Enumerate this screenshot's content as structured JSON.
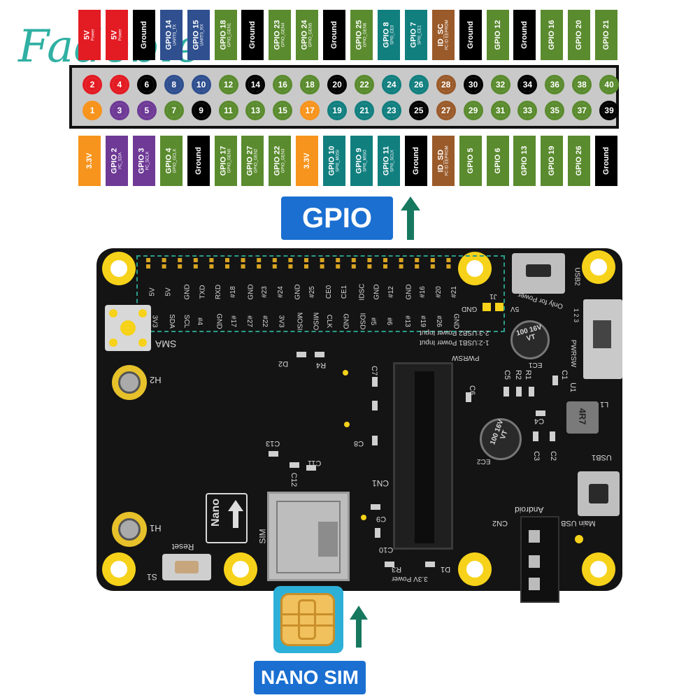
{
  "watermark": "Fadeble",
  "header_top_labels": [
    {
      "main": "5V",
      "sub": "Power",
      "color": "#e31b23"
    },
    {
      "main": "5V",
      "sub": "Power",
      "color": "#e31b23"
    },
    {
      "main": "Ground",
      "sub": "",
      "color": "#000000"
    },
    {
      "main": "GPIO 14",
      "sub": "UART0_TX",
      "color": "#2f4f8f"
    },
    {
      "main": "GPIO 15",
      "sub": "UART0_RX",
      "color": "#2f4f8f"
    },
    {
      "main": "GPIO 18",
      "sub": "GPIO_GEN1",
      "color": "#5a8b2e"
    },
    {
      "main": "Ground",
      "sub": "",
      "color": "#000000"
    },
    {
      "main": "GPIO 23",
      "sub": "GPIO_GEN4",
      "color": "#5a8b2e"
    },
    {
      "main": "GPIO 24",
      "sub": "GPIO_GEN5",
      "color": "#5a8b2e"
    },
    {
      "main": "Ground",
      "sub": "",
      "color": "#000000"
    },
    {
      "main": "GPIO 25",
      "sub": "GPIO_GEN6",
      "color": "#5a8b2e"
    },
    {
      "main": "GPIO 8",
      "sub": "SPI0_CE0",
      "color": "#127f7f"
    },
    {
      "main": "GPIO 7",
      "sub": "SPI0_CE1",
      "color": "#127f7f"
    },
    {
      "main": "ID_SC",
      "sub": "I²C ID EEPROM",
      "color": "#9a5a2a"
    },
    {
      "main": "Ground",
      "sub": "",
      "color": "#000000"
    },
    {
      "main": "GPIO 12",
      "sub": "",
      "color": "#5a8b2e"
    },
    {
      "main": "Ground",
      "sub": "",
      "color": "#000000"
    },
    {
      "main": "GPIO 16",
      "sub": "",
      "color": "#5a8b2e"
    },
    {
      "main": "GPIO 20",
      "sub": "",
      "color": "#5a8b2e"
    },
    {
      "main": "GPIO 21",
      "sub": "",
      "color": "#5a8b2e"
    }
  ],
  "header_bottom_labels": [
    {
      "main": "3.3V",
      "sub": "",
      "color": "#f7941d"
    },
    {
      "main": "GPIO 2",
      "sub": "I²C_SDA",
      "color": "#6e3a96"
    },
    {
      "main": "GPIO 3",
      "sub": "I²C_SCLK",
      "color": "#6e3a96"
    },
    {
      "main": "GPIO 4",
      "sub": "GPIO_GCLK",
      "color": "#5a8b2e"
    },
    {
      "main": "Ground",
      "sub": "",
      "color": "#000000"
    },
    {
      "main": "GPIO 17",
      "sub": "GPIO_GEN0",
      "color": "#5a8b2e"
    },
    {
      "main": "GPIO 27",
      "sub": "GPIO_GEN2",
      "color": "#5a8b2e"
    },
    {
      "main": "GPIO 22",
      "sub": "GPIO_GEN3",
      "color": "#5a8b2e"
    },
    {
      "main": "3.3V",
      "sub": "",
      "color": "#f7941d"
    },
    {
      "main": "GPIO 10",
      "sub": "SPI0_MOSI",
      "color": "#127f7f"
    },
    {
      "main": "GPIO 9",
      "sub": "SPI0_MISO",
      "color": "#127f7f"
    },
    {
      "main": "GPIO 11",
      "sub": "SPI0_SCLK",
      "color": "#127f7f"
    },
    {
      "main": "Ground",
      "sub": "",
      "color": "#000000"
    },
    {
      "main": "ID_SD",
      "sub": "I²C ID EEPROM",
      "color": "#9a5a2a"
    },
    {
      "main": "GPIO 5",
      "sub": "",
      "color": "#5a8b2e"
    },
    {
      "main": "GPIO 6",
      "sub": "",
      "color": "#5a8b2e"
    },
    {
      "main": "GPIO 13",
      "sub": "",
      "color": "#5a8b2e"
    },
    {
      "main": "GPIO 19",
      "sub": "",
      "color": "#5a8b2e"
    },
    {
      "main": "GPIO 26",
      "sub": "",
      "color": "#5a8b2e"
    },
    {
      "main": "Ground",
      "sub": "",
      "color": "#000000"
    }
  ],
  "pins_top": [
    {
      "n": "2",
      "color": "#e31b23"
    },
    {
      "n": "4",
      "color": "#e31b23"
    },
    {
      "n": "6",
      "color": "#000000"
    },
    {
      "n": "8",
      "color": "#2f4f8f"
    },
    {
      "n": "10",
      "color": "#2f4f8f"
    },
    {
      "n": "12",
      "color": "#5a8b2e"
    },
    {
      "n": "14",
      "color": "#000000"
    },
    {
      "n": "16",
      "color": "#5a8b2e"
    },
    {
      "n": "18",
      "color": "#5a8b2e"
    },
    {
      "n": "20",
      "color": "#000000"
    },
    {
      "n": "22",
      "color": "#5a8b2e"
    },
    {
      "n": "24",
      "color": "#127f7f"
    },
    {
      "n": "26",
      "color": "#127f7f"
    },
    {
      "n": "28",
      "color": "#9a5a2a"
    },
    {
      "n": "30",
      "color": "#000000"
    },
    {
      "n": "32",
      "color": "#5a8b2e"
    },
    {
      "n": "34",
      "color": "#000000"
    },
    {
      "n": "36",
      "color": "#5a8b2e"
    },
    {
      "n": "38",
      "color": "#5a8b2e"
    },
    {
      "n": "40",
      "color": "#5a8b2e"
    }
  ],
  "pins_bottom": [
    {
      "n": "1",
      "color": "#f7941d",
      "square": true
    },
    {
      "n": "3",
      "color": "#6e3a96"
    },
    {
      "n": "5",
      "color": "#6e3a96"
    },
    {
      "n": "7",
      "color": "#5a8b2e"
    },
    {
      "n": "9",
      "color": "#000000"
    },
    {
      "n": "11",
      "color": "#5a8b2e"
    },
    {
      "n": "13",
      "color": "#5a8b2e"
    },
    {
      "n": "15",
      "color": "#5a8b2e"
    },
    {
      "n": "17",
      "color": "#f7941d"
    },
    {
      "n": "19",
      "color": "#127f7f"
    },
    {
      "n": "21",
      "color": "#127f7f"
    },
    {
      "n": "23",
      "color": "#127f7f"
    },
    {
      "n": "25",
      "color": "#000000"
    },
    {
      "n": "27",
      "color": "#9a5a2a"
    },
    {
      "n": "29",
      "color": "#5a8b2e"
    },
    {
      "n": "31",
      "color": "#5a8b2e"
    },
    {
      "n": "33",
      "color": "#5a8b2e"
    },
    {
      "n": "35",
      "color": "#5a8b2e"
    },
    {
      "n": "37",
      "color": "#5a8b2e"
    },
    {
      "n": "39",
      "color": "#000000"
    }
  ],
  "gpio_tag": "GPIO",
  "nano_sim_tag": "NANO SIM",
  "board": {
    "silk_top_row": [
      "5V",
      "5V",
      "GND",
      "TXD",
      "RXD",
      "#18",
      "GND",
      "#23",
      "#24",
      "GND",
      "#25",
      "CE0",
      "CE1",
      "IDSC",
      "GND",
      "#12",
      "GND",
      "#16",
      "#20",
      "#21"
    ],
    "silk_bottom_row": [
      "3V3",
      "SDA",
      "SCL",
      "#4",
      "GND",
      "#17",
      "#27",
      "#22",
      "3V3",
      "MOSI",
      "MISO",
      "CLK",
      "GND",
      "IDSD",
      "#5",
      "#6",
      "#13",
      "#19",
      "#26",
      "GND"
    ],
    "labels": {
      "sma": "SMA",
      "h2": "H2",
      "h1": "H1",
      "reset": "Reset",
      "s1": "S1",
      "nano": "Nano",
      "sim": "SIM",
      "cn1": "CN1",
      "cn2": "CN2",
      "android": "Android",
      "main_usb": "Main USB",
      "usb1": "USB1",
      "usb2": "USB2",
      "only_for_power": "Only for Power",
      "pwrsw": "PWRSW",
      "power_input_1": "1-2:USB1 Power Input",
      "power_input_2": "2-3:USB2 Power Input",
      "j1": "J1",
      "gnd": "GND",
      "fivev": "5V",
      "cap_top": "100 16V VT",
      "cap_bottom": "100 16V VT",
      "l1": "L1",
      "inductor": "4R7",
      "ec1": "EC1",
      "ec2": "EC2",
      "d1": "D1",
      "d2": "D2",
      "r1": "R1",
      "r2": "R2",
      "r3": "R3",
      "r4": "R4",
      "c1": "C1",
      "c2": "C2",
      "c3": "C3",
      "c4": "C4",
      "c5": "C5",
      "c6": "C6",
      "c7": "C7",
      "c8": "C8",
      "c9": "C9",
      "c10": "C10",
      "c11": "C11",
      "c12": "C12",
      "c13": "C13",
      "u1": "U1",
      "power_33": "3.3V Power",
      "switch_nums": "1 2 3"
    }
  }
}
